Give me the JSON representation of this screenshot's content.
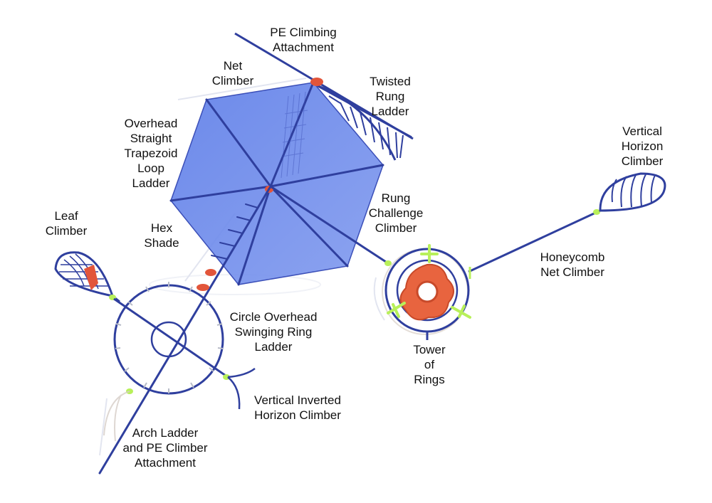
{
  "colors": {
    "frame": "#2f3f9e",
    "shade": "#5b7ae6",
    "accent_red": "#e2553a",
    "accent_green": "#b8f05a",
    "label_text": "#111111"
  },
  "labels": {
    "pe_climbing_attachment": [
      "PE Climbing",
      "Attachment"
    ],
    "net_climber": [
      "Net",
      "Climber"
    ],
    "twisted_rung_ladder": [
      "Twisted",
      "Rung",
      "Ladder"
    ],
    "overhead_trapezoid": [
      "Overhead",
      "Straight",
      "Trapezoid",
      "Loop",
      "Ladder"
    ],
    "vertical_horizon_climber": [
      "Vertical",
      "Horizon",
      "Climber"
    ],
    "rung_challenge_climber": [
      "Rung",
      "Challenge",
      "Climber"
    ],
    "leaf_climber": [
      "Leaf",
      "Climber"
    ],
    "hex_shade": [
      "Hex",
      "Shade"
    ],
    "honeycomb_net_climber": [
      "Honeycomb",
      "Net Climber"
    ],
    "circle_overhead_ring_ladder": [
      "Circle Overhead",
      "Swinging Ring",
      "Ladder"
    ],
    "tower_of_rings": [
      "Tower",
      "of",
      "Rings"
    ],
    "vertical_inverted_horizon_climber": [
      "Vertical Inverted",
      "Horizon Climber"
    ],
    "arch_ladder_pe_attachment": [
      "Arch Ladder",
      "and PE Climber",
      "Attachment"
    ]
  }
}
